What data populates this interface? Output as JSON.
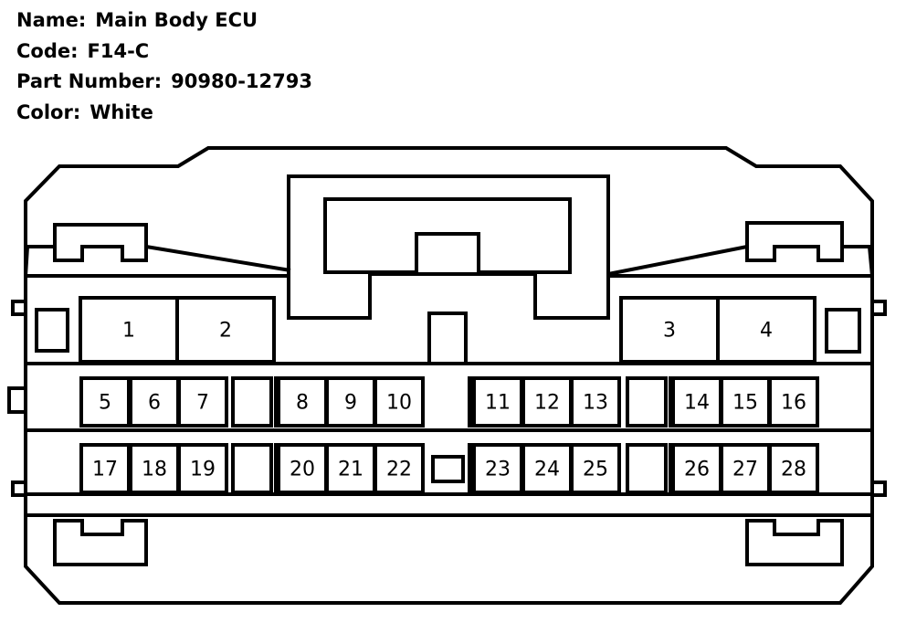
{
  "info": {
    "name_label": "Name:",
    "name_value": "Main Body ECU",
    "code_label": "Code:",
    "code_value": "F14-C",
    "part_label": "Part Number:",
    "part_value": "90980-12793",
    "color_label": "Color:",
    "color_value": "White"
  },
  "pins": {
    "top": [
      "1",
      "2",
      "3",
      "4"
    ],
    "row1": [
      "5",
      "6",
      "7",
      "8",
      "9",
      "10",
      "11",
      "12",
      "13",
      "14",
      "15",
      "16"
    ],
    "row2": [
      "17",
      "18",
      "19",
      "20",
      "21",
      "22",
      "23",
      "24",
      "25",
      "26",
      "27",
      "28"
    ]
  }
}
